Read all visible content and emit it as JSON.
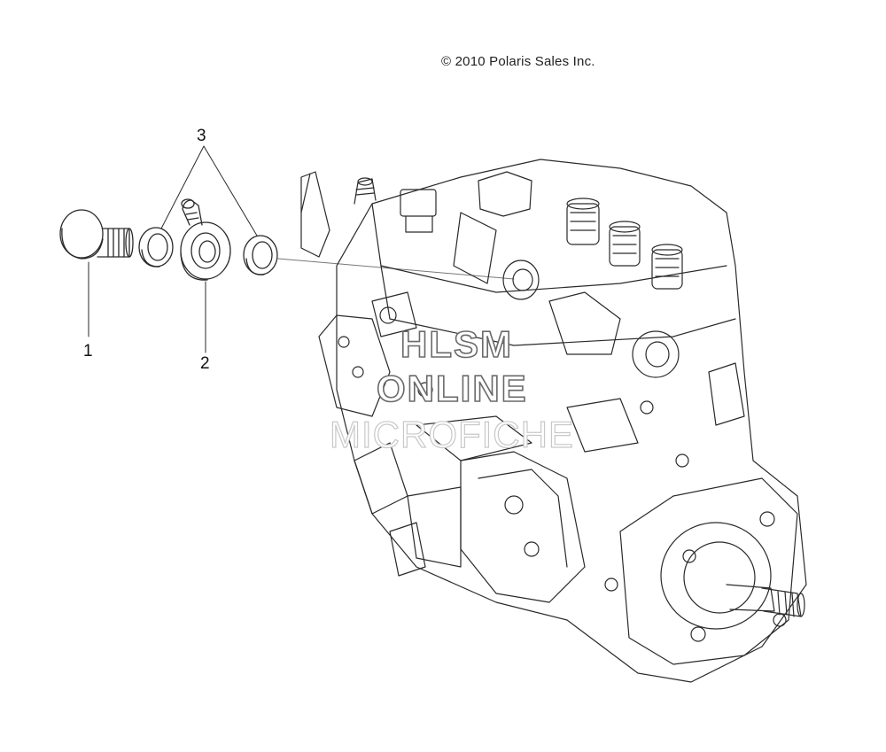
{
  "copyright": "© 2010 Polaris Sales Inc.",
  "callouts": {
    "one": "1",
    "two": "2",
    "three": "3"
  },
  "watermark": {
    "line1": "HLSM",
    "line2": "ONLINE",
    "line3": "MICROFICHE"
  },
  "colors": {
    "line": "#2a2a2a",
    "watermark_stroke": "#6a6a6a",
    "watermark_light": "#c8c8c8"
  },
  "parts": [
    {
      "number": "1",
      "part": "banjo-bolt"
    },
    {
      "number": "2",
      "part": "banjo-fitting"
    },
    {
      "number": "3",
      "part": "sealing-washer"
    }
  ]
}
